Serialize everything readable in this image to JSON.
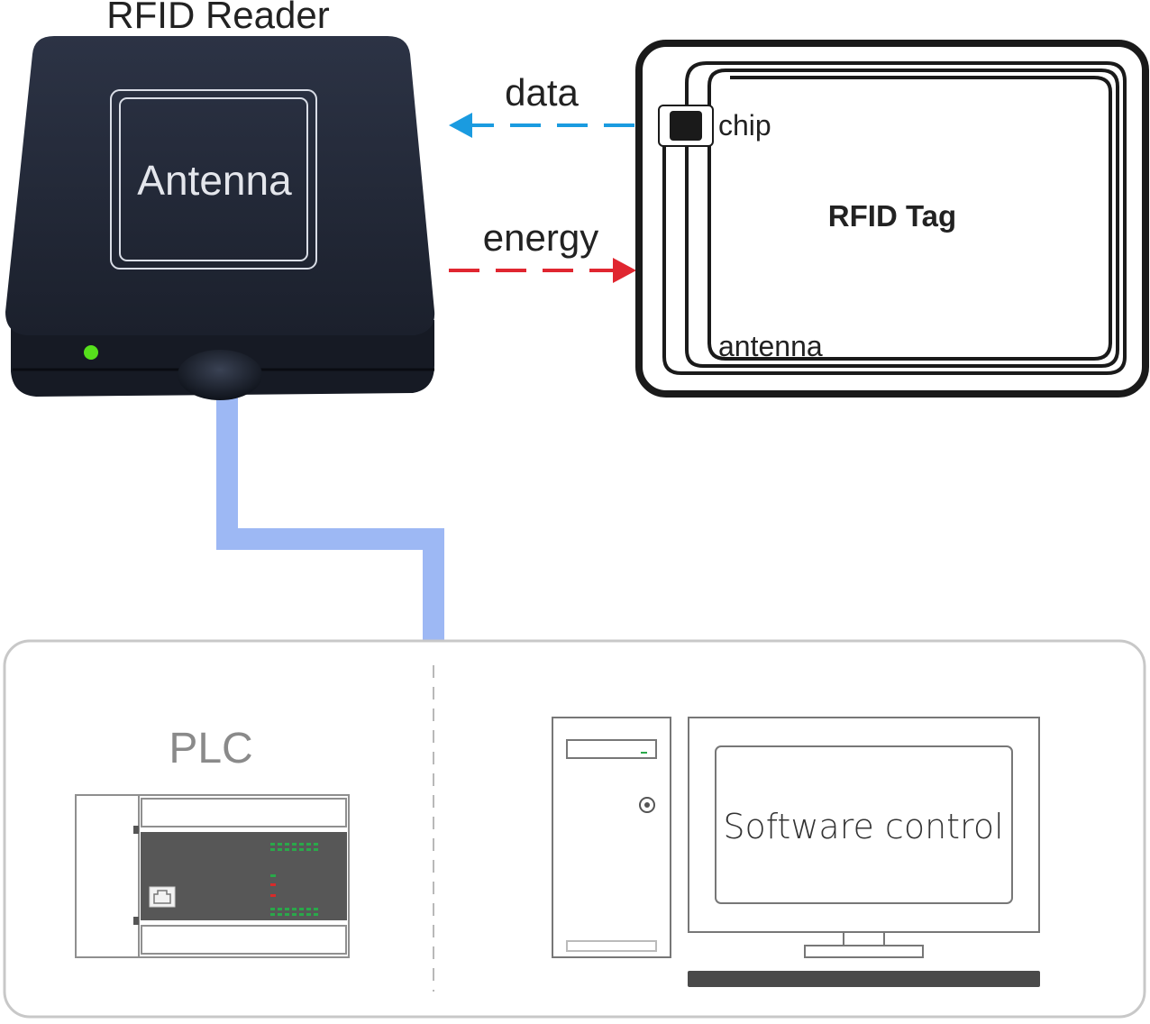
{
  "reader": {
    "title": "RFID Reader",
    "antenna_label": "Antenna",
    "led_color": "#56e01c",
    "body_color": "#1f2533"
  },
  "signals": {
    "data_label": "data",
    "data_color": "#1a9be0",
    "energy_label": "energy",
    "energy_color": "#e02630"
  },
  "tag": {
    "title": "RFID Tag",
    "chip_label": "chip",
    "antenna_label": "antenna"
  },
  "cable": {
    "color": "#9db8f4"
  },
  "control_panel": {
    "plc_label": "PLC",
    "software_label": "Software control"
  }
}
